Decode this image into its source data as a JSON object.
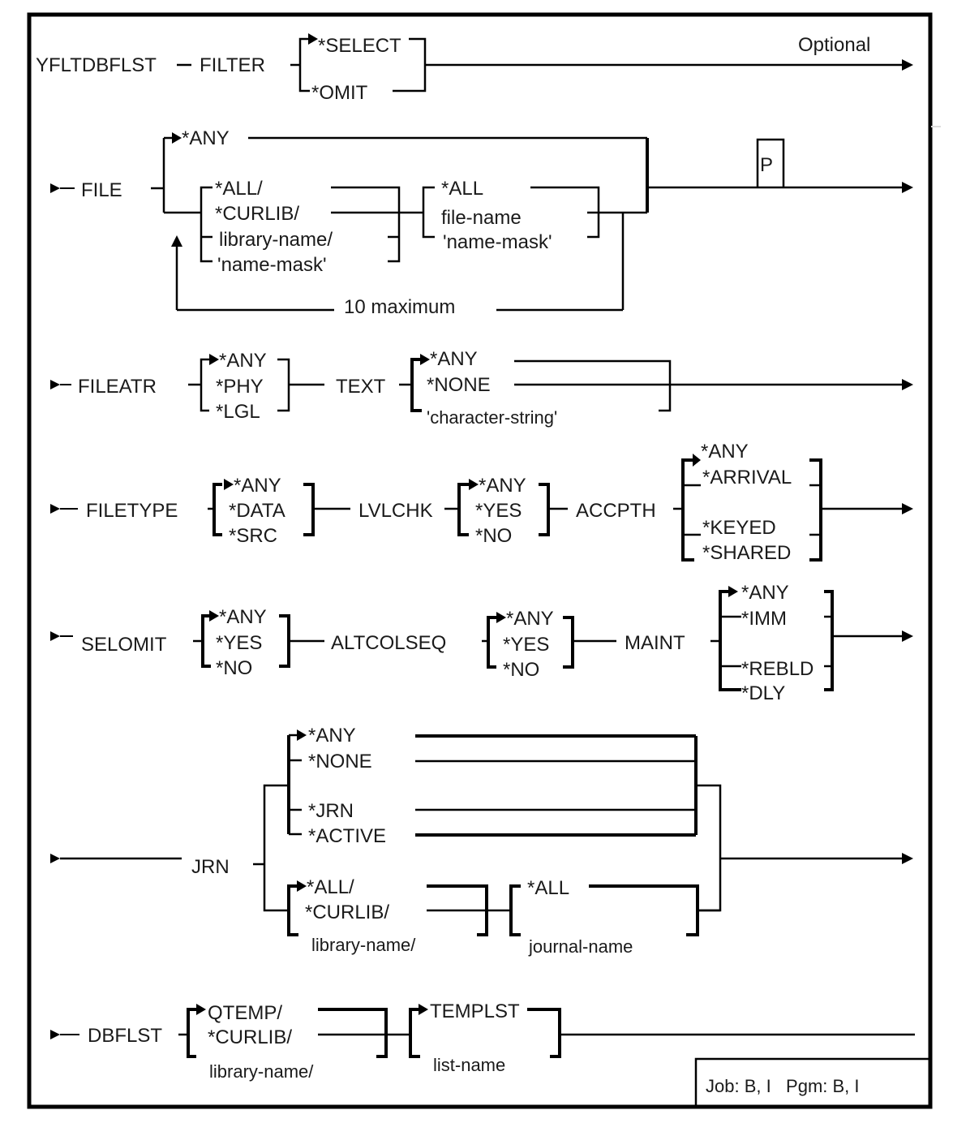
{
  "command": "YFLTDBFLST",
  "optional_label": "Optional",
  "footer": {
    "job_pgm": "Job: B, I   Pgm: B, I"
  },
  "filter": {
    "keyword": "FILTER",
    "options": [
      "*SELECT",
      "*OMIT"
    ],
    "default": "*SELECT"
  },
  "file": {
    "keyword": "FILE",
    "any": "*ANY",
    "library_options": [
      "*ALL/",
      "*CURLIB/",
      "library-name/",
      "'name-mask'"
    ],
    "file_options": [
      "*ALL",
      "file-name",
      "'name-mask'"
    ],
    "repeat_label": "10 maximum",
    "positional_marker": "P"
  },
  "fileatr": {
    "keyword": "FILEATR",
    "options": [
      "*ANY",
      "*PHY",
      "*LGL"
    ],
    "default": "*ANY"
  },
  "text": {
    "keyword": "TEXT",
    "options": [
      "*ANY",
      "*NONE",
      "'character-string'"
    ],
    "default": "*ANY"
  },
  "filetype": {
    "keyword": "FILETYPE",
    "options": [
      "*ANY",
      "*DATA",
      "*SRC"
    ],
    "default": "*ANY"
  },
  "lvlchk": {
    "keyword": "LVLCHK",
    "options": [
      "*ANY",
      "*YES",
      "*NO"
    ],
    "default": "*ANY"
  },
  "accpth": {
    "keyword": "ACCPTH",
    "options": [
      "*ANY",
      "*ARRIVAL",
      "*KEYED",
      "*SHARED"
    ],
    "default": "*ANY"
  },
  "selomit": {
    "keyword": "SELOMIT",
    "options": [
      "*ANY",
      "*YES",
      "*NO"
    ],
    "default": "*ANY"
  },
  "altcolseq": {
    "keyword": "ALTCOLSEQ",
    "options": [
      "*ANY",
      "*YES",
      "*NO"
    ],
    "default": "*ANY"
  },
  "maint": {
    "keyword": "MAINT",
    "options": [
      "*ANY",
      "*IMM",
      "*REBLD",
      "*DLY"
    ],
    "default": "*ANY"
  },
  "jrn": {
    "keyword": "JRN",
    "options": [
      "*ANY",
      "*NONE",
      "*JRN",
      "*ACTIVE"
    ],
    "library_options": [
      "*ALL/",
      "*CURLIB/",
      "library-name/"
    ],
    "journal_options": [
      "*ALL",
      "journal-name"
    ]
  },
  "dbflst": {
    "keyword": "DBFLST",
    "library_options": [
      "QTEMP/",
      "*CURLIB/",
      "library-name/"
    ],
    "list_options": [
      "TEMPLST",
      "list-name"
    ]
  }
}
